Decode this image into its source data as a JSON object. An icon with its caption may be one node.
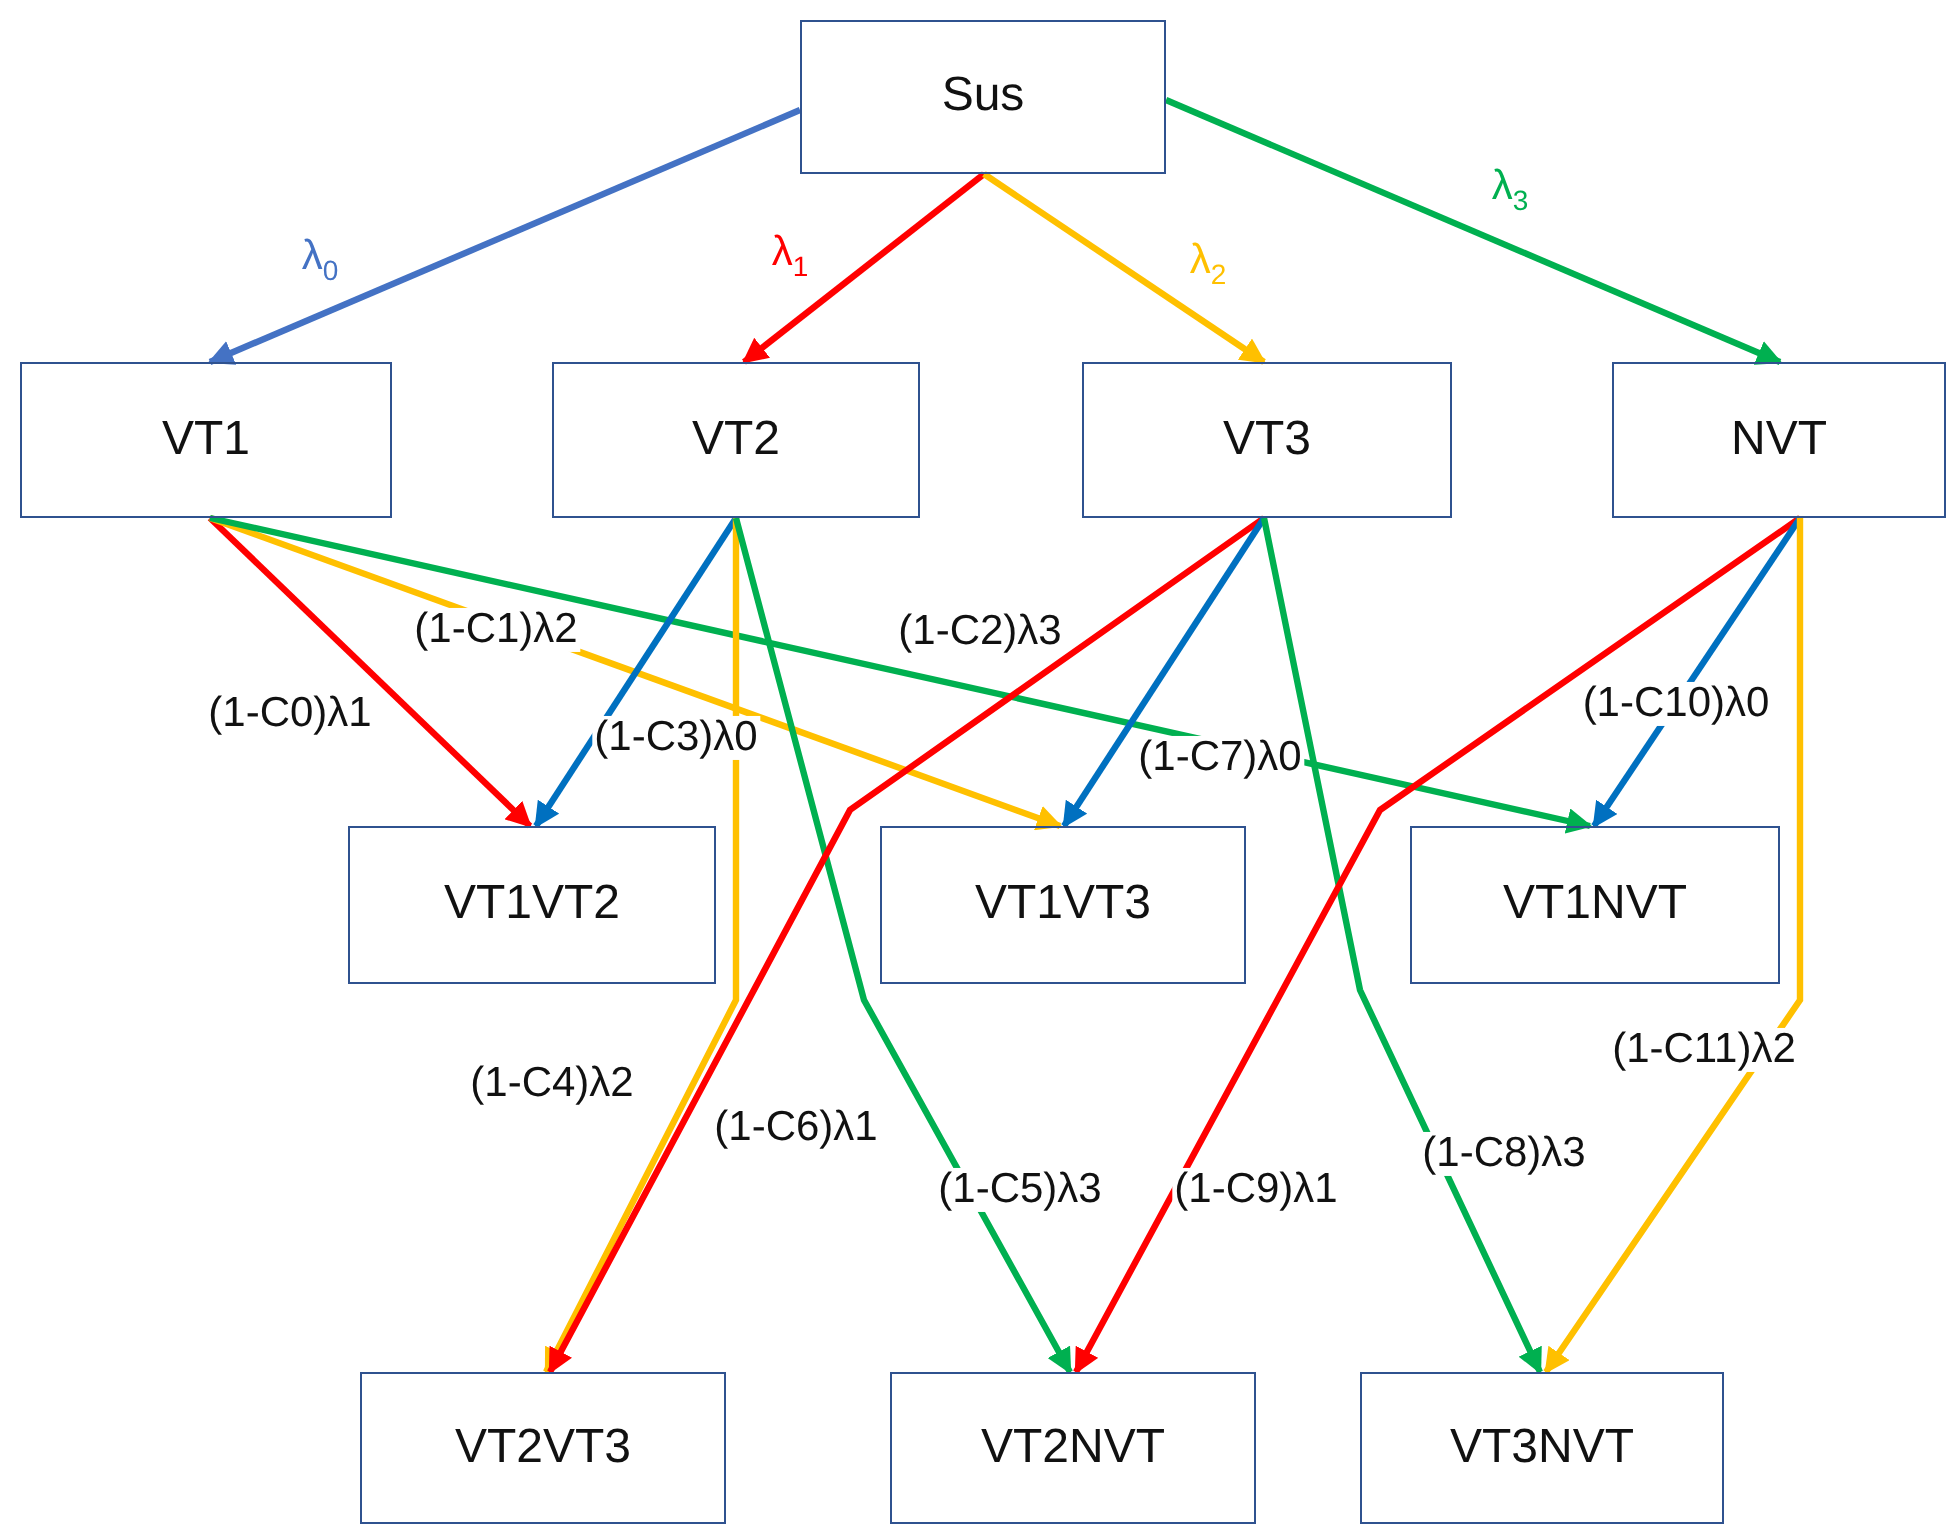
{
  "diagram": {
    "nodes": [
      {
        "text": [
          "Sus"
        ]
      },
      {
        "text": [
          "VT1"
        ]
      },
      {
        "text": [
          "VT2"
        ]
      },
      {
        "text": [
          "VT3"
        ]
      },
      {
        "text": [
          "NVT"
        ]
      },
      {
        "text": [
          "VT1VT2"
        ]
      },
      {
        "text": [
          "VT1VT3"
        ]
      },
      {
        "text": [
          "VT1NVT"
        ]
      },
      {
        "text": [
          "VT2VT3"
        ]
      },
      {
        "text": [
          "VT2NVT"
        ]
      },
      {
        "text": [
          "VT3NVT"
        ]
      }
    ],
    "edges": [
      {
        "from": 0,
        "to": 1,
        "arrow": "to",
        "label": "λ$_{0}$",
        "color": "#4472c4"
      },
      {
        "from": 0,
        "to": 2,
        "arrow": "to",
        "label": "λ$_{1}$",
        "color": "#ff0000"
      },
      {
        "from": 0,
        "to": 3,
        "arrow": "to",
        "label": "λ$_{2}$",
        "color": "#ffc000"
      },
      {
        "from": 0,
        "to": 4,
        "arrow": "to",
        "label": "λ$_{3}$",
        "color": "#00b050"
      },
      {
        "from": 1,
        "to": 5,
        "arrow": "to",
        "label": "(1-C0)λ1",
        "color": "#ff0000"
      },
      {
        "from": 1,
        "to": 6,
        "arrow": "to",
        "label": "(1-C1)λ2",
        "color": "#ffc000"
      },
      {
        "from": 1,
        "to": 7,
        "arrow": "to",
        "label": "(1-C2)λ3",
        "color": "#00b050"
      },
      {
        "from": 2,
        "to": 5,
        "arrow": "to",
        "label": "(1-C3)λ0",
        "color": "#0070c0"
      },
      {
        "from": 2,
        "to": 8,
        "arrow": "to",
        "label": "(1-C4)λ2",
        "color": "#ffc000"
      },
      {
        "from": 2,
        "to": 9,
        "arrow": "to",
        "label": "(1-C5)λ3",
        "color": "#00b050"
      },
      {
        "from": 3,
        "to": 8,
        "arrow": "to",
        "label": "(1-C6)λ1",
        "color": "#ff0000"
      },
      {
        "from": 3,
        "to": 6,
        "arrow": "to",
        "label": "(1-C7)λ0",
        "color": "#0070c0"
      },
      {
        "from": 3,
        "to": 10,
        "arrow": "to",
        "label": "(1-C8)λ3",
        "color": "#00b050"
      },
      {
        "from": 4,
        "to": 9,
        "arrow": "to",
        "label": "(1-C9)λ1",
        "color": "#ff0000"
      },
      {
        "from": 4,
        "to": 7,
        "arrow": "to",
        "label": "(1-C10)λ0",
        "color": "#0070c0"
      },
      {
        "from": 4,
        "to": 10,
        "arrow": "to",
        "label": "(1-C11)λ2",
        "color": "#ffc000"
      }
    ]
  }
}
